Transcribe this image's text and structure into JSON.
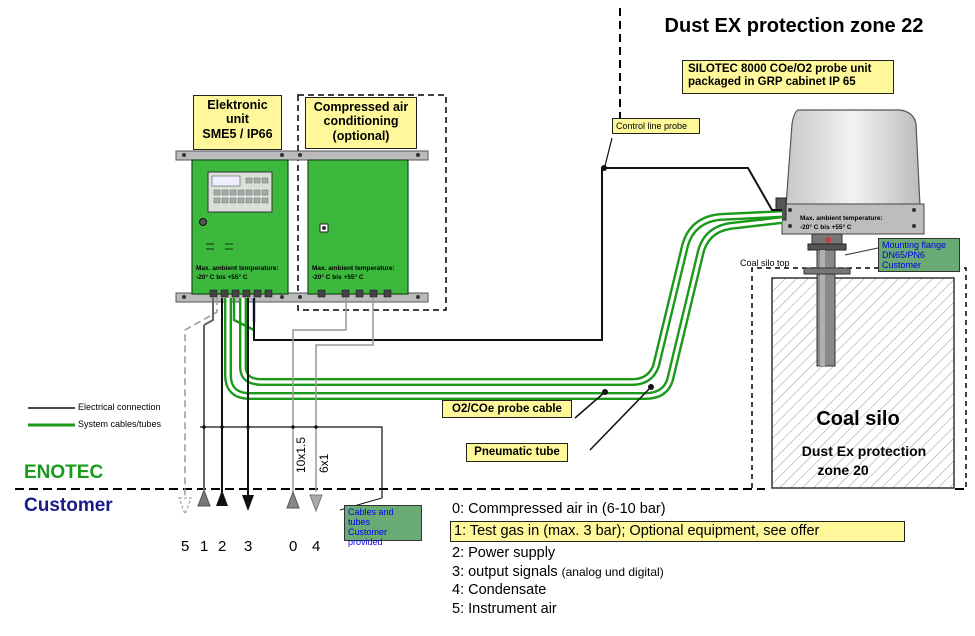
{
  "title": "Dust EX protection zone 22",
  "probe_unit": {
    "line1": "SILOTEC 8000 COe/O2 probe unit",
    "line2": "packaged in GRP cabinet IP 65"
  },
  "electronic_unit": {
    "line1": "Elektronic",
    "line2": "unit",
    "line3": "SME5 / IP66"
  },
  "compressed_air": {
    "line1": "Compressed air",
    "line2": "conditioning",
    "line3": "(optional)"
  },
  "control_line_probe": "Control line probe",
  "ambient_temp": {
    "line1": "Max. ambient temperature:",
    "line2": "-20° C bis +55° C"
  },
  "mounting_flange": {
    "line1": "Mounting flange",
    "line2": "DN65/PN6",
    "line3": "Customer"
  },
  "coal_silo_top": "Coal silo top",
  "coal_silo": "Coal silo",
  "dust_zone20": {
    "line1": "Dust Ex protection",
    "line2": "zone 20"
  },
  "probe_cable": "O2/COe probe cable",
  "pneumatic_tube": "Pneumatic tube",
  "legend": {
    "electrical": "Electrical connection",
    "system": "System cables/tubes"
  },
  "enotec": "ENOTEC",
  "customer": "Customer",
  "cables_customer": {
    "line1": "Cables and tubes",
    "line2": "Customer",
    "line3": "provided"
  },
  "cable_labels": {
    "a": "10x1.5",
    "b": "6x1"
  },
  "connection_numbers": [
    "5",
    "1",
    "2",
    "3",
    "0",
    "4"
  ],
  "connections": [
    {
      "text": "0: Commpressed air in (6-10 bar)",
      "small": ""
    },
    {
      "text": "1: Test gas in (max. 3 bar); Optional equipment, see offer",
      "small": ""
    },
    {
      "text": "2: Power supply",
      "small": ""
    },
    {
      "text": "3: output signals ",
      "small": " (analog und digital)"
    },
    {
      "text": "4: Condensate",
      "small": ""
    },
    {
      "text": "5: Instrument air",
      "small": ""
    }
  ],
  "colors": {
    "green": "#1a9a1a",
    "cabinet_green": "#3cb83c",
    "yellow": "#fff89a",
    "note_green": "#6aaa74",
    "blue_text": "#0000ee",
    "navy": "#1a1a8c"
  }
}
